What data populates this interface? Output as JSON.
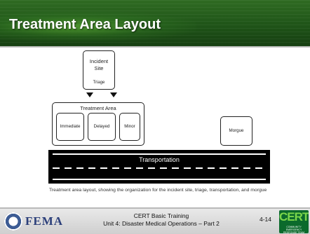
{
  "slide": {
    "title": "Treatment Area Layout"
  },
  "diagram": {
    "incident_site_line1": "Incident",
    "incident_site_line2": "Site",
    "triage": "Triage",
    "treatment_area": "Treatment Area",
    "immediate": "Immediate",
    "delayed": "Delayed",
    "minor": "Minor",
    "morgue": "Morgue",
    "transportation": "Transportation"
  },
  "caption": {
    "text": "Treatment area layout, showing the organization for the incident site, triage, transportation, and morgue"
  },
  "footer": {
    "fema": "FEMA",
    "course": "CERT Basic Training",
    "unit": "Unit 4: Disaster Medical Operations – Part 2",
    "page": "4-14",
    "cert_logo": "CERT",
    "cert_logo_sub": "COMMUNITY EMERGENCY RESPONSE TEAM"
  },
  "colors": {
    "header_green": "#1f5418",
    "road": "#000000",
    "fema_blue": "#2b3f7a",
    "cert_green": "#0b6a2c"
  }
}
